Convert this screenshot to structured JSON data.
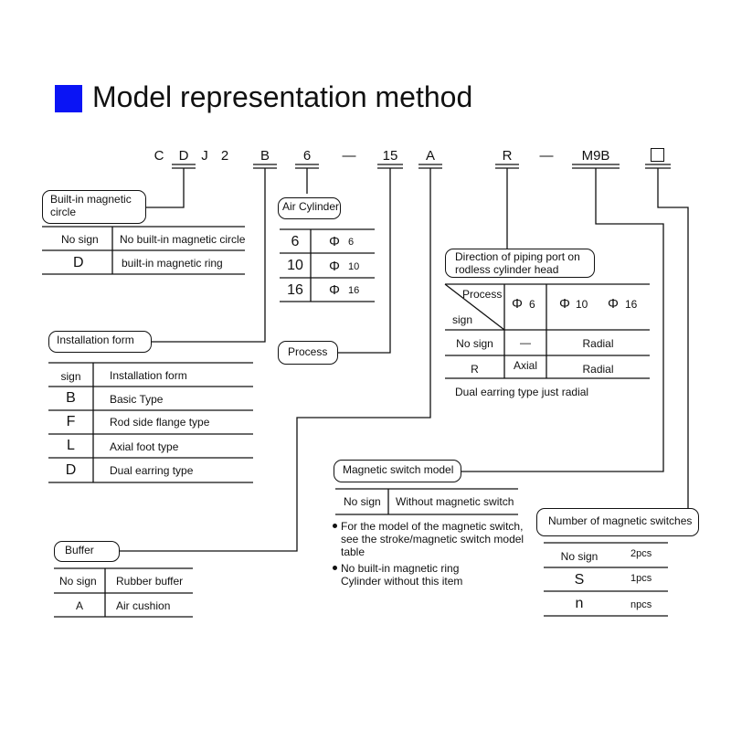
{
  "title": "Model representation method",
  "code": {
    "chars": [
      "C",
      "D",
      "J",
      "2",
      "B",
      "6",
      "—",
      "15",
      "A",
      "R",
      "—",
      "M9B"
    ]
  },
  "magnetic_circle": {
    "label": "Built-in magnetic circle",
    "rows": [
      [
        "No sign",
        "No built-in magnetic circle"
      ],
      [
        "D",
        "built-in magnetic ring"
      ]
    ]
  },
  "air_cylinder": {
    "label": "Air Cylinder",
    "rows": [
      [
        "6",
        "6"
      ],
      [
        "10",
        "10"
      ],
      [
        "16",
        "16"
      ]
    ],
    "phi": "Φ"
  },
  "piping": {
    "label": "Direction of piping port on rodless cylinder head",
    "corner_top": "Process",
    "corner_bottom": "sign",
    "headers": [
      "6",
      "10",
      "16"
    ],
    "rows": [
      [
        "No sign",
        "—",
        "Radial"
      ],
      [
        "R",
        "Axial",
        "Radial"
      ]
    ],
    "note": "Dual earring type just radial"
  },
  "installation": {
    "label": "Installation form",
    "header": [
      "sign",
      "Installation form"
    ],
    "rows": [
      [
        "B",
        "Basic Type"
      ],
      [
        "F",
        "Rod side flange type"
      ],
      [
        "L",
        "Axial foot type"
      ],
      [
        "D",
        "Dual earring type"
      ]
    ]
  },
  "process": {
    "label": "Process"
  },
  "magnetic_switch": {
    "label": "Magnetic switch model",
    "rows": [
      [
        "No sign",
        "Without magnetic switch"
      ]
    ],
    "notes": [
      [
        "For the model of the magnetic switch,",
        "see the stroke/magnetic switch model",
        "table"
      ],
      [
        "No built-in magnetic ring",
        "Cylinder without this item"
      ]
    ]
  },
  "num_switches": {
    "label": "Number of magnetic switches",
    "rows": [
      [
        "No sign",
        "2pcs"
      ],
      [
        "S",
        "1pcs"
      ],
      [
        "n",
        "npcs"
      ]
    ]
  },
  "buffer": {
    "label": "Buffer",
    "rows": [
      [
        "No sign",
        "Rubber buffer"
      ],
      [
        "A",
        "Air cushion"
      ]
    ]
  }
}
